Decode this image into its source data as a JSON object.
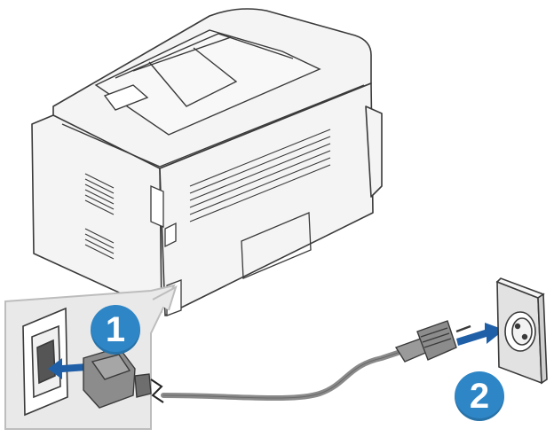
{
  "steps": [
    {
      "label": "1"
    },
    {
      "label": "2"
    }
  ],
  "colors": {
    "badge": "#2e86c6",
    "arrow": "#1f5fa8",
    "outline": "#3a3a3a",
    "printer_fill": "#f4f4f4",
    "cable": "#8a8a8a",
    "plug": "#8c8c8c",
    "callout_fill": "#e9e9e9",
    "callout_border": "#bdbdbd"
  },
  "icons": [
    "printer",
    "power-plug",
    "wall-outlet",
    "power-socket",
    "insert-arrow"
  ]
}
